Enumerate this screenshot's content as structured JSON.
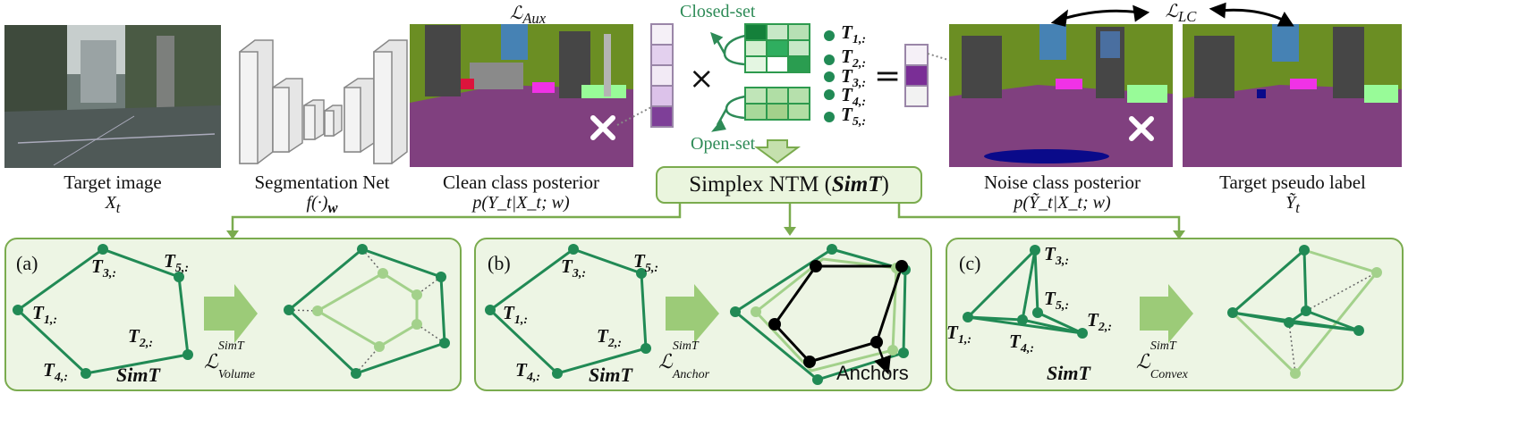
{
  "top": {
    "target_image": {
      "caption": "Target image",
      "symbol": "X",
      "sub": "t"
    },
    "seg_net": {
      "caption": "Segmentation Net",
      "symbol": "f(·)",
      "sub": "w"
    },
    "clean": {
      "caption": "Clean class posterior",
      "formula": "p(Y_t|X_t; w)",
      "aux": "ℒ",
      "aux_sub": "Aux"
    },
    "times": "×",
    "equals": "=",
    "closed_set": "Closed-set",
    "open_set": "Open-set",
    "simplex_title": "Simplex NTM (",
    "simplex_bold": "SimT",
    "simplex_end": ")",
    "rows": [
      "T",
      "T",
      "T",
      "T",
      "T"
    ],
    "row_subs": [
      "1,:",
      "2,:",
      "3,:",
      "4,:",
      "5,:"
    ],
    "noise": {
      "caption": "Noise class posterior",
      "formula": "p(Ỹ_t|X_t; w)"
    },
    "pseudo": {
      "caption": "Target pseudo label",
      "symbol": "Ỹ",
      "sub": "t"
    },
    "lc_loss": "ℒ",
    "lc_sub": "LC"
  },
  "panels": [
    {
      "tag": "(a)",
      "simt": "SimT",
      "loss": "ℒ",
      "loss_sup": "SimT",
      "loss_sub": "Volume",
      "labels": [
        "T",
        "T",
        "T",
        "T",
        "T"
      ],
      "label_subs": [
        "3,:",
        "5,:",
        "1,:",
        "2,:",
        "4,:"
      ]
    },
    {
      "tag": "(b)",
      "simt": "SimT",
      "loss": "ℒ",
      "loss_sup": "SimT",
      "loss_sub": "Anchor",
      "anchors": "Anchors",
      "labels": [
        "T",
        "T",
        "T",
        "T",
        "T"
      ],
      "label_subs": [
        "3,:",
        "5,:",
        "1,:",
        "2,:",
        "4,:"
      ]
    },
    {
      "tag": "(c)",
      "simt": "SimT",
      "loss": "ℒ",
      "loss_sup": "SimT",
      "loss_sub": "Convex",
      "labels": [
        "T",
        "T",
        "T",
        "T",
        "T"
      ],
      "label_subs": [
        "3,:",
        "5,:",
        "2,:",
        "1,:",
        "4,:"
      ]
    }
  ],
  "colors": {
    "dark_green": "#218a55",
    "light_green": "#a3d18b",
    "panel_border": "#7aab4e",
    "panel_fill": "#edf5e4",
    "road_purple": "#80407f",
    "vegetation": "#6b8e23",
    "building": "#464646"
  }
}
